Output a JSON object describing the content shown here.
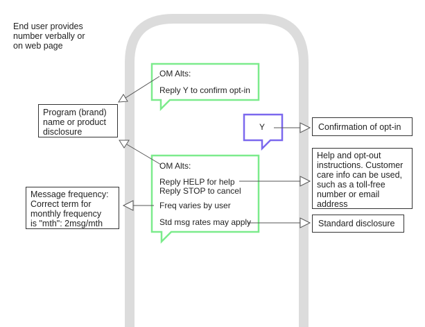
{
  "top_note": "End user provides\nnumber verbally or\non web page",
  "program_box": "Program (brand)\nname or product\ndisclosure",
  "frequency_box": "Message frequency:\nCorrect term for\nmonthly frequency\nis \"mth\": 2msg/mth",
  "confirmation_box": "Confirmation of opt-in",
  "help_box": "Help and opt-out\ninstructions. Customer\ncare info can be used,\nsuch as a toll-free\nnumber or email\naddress",
  "standard_box": "Standard disclosure",
  "bubble1": {
    "sender": "OM Alts:",
    "body": "Reply Y to confirm opt-in"
  },
  "reply_bubble": {
    "text": "Y"
  },
  "bubble2": {
    "sender": "OM Alts:",
    "help": "Reply HELP for help\nReply STOP to cancel",
    "freq": "Freq varies by user",
    "rates": "Std msg rates may apply"
  },
  "colors": {
    "green": "#7CEB8C",
    "purple": "#7B68EE",
    "phone": "#DCDCDC",
    "line": "#555555"
  }
}
